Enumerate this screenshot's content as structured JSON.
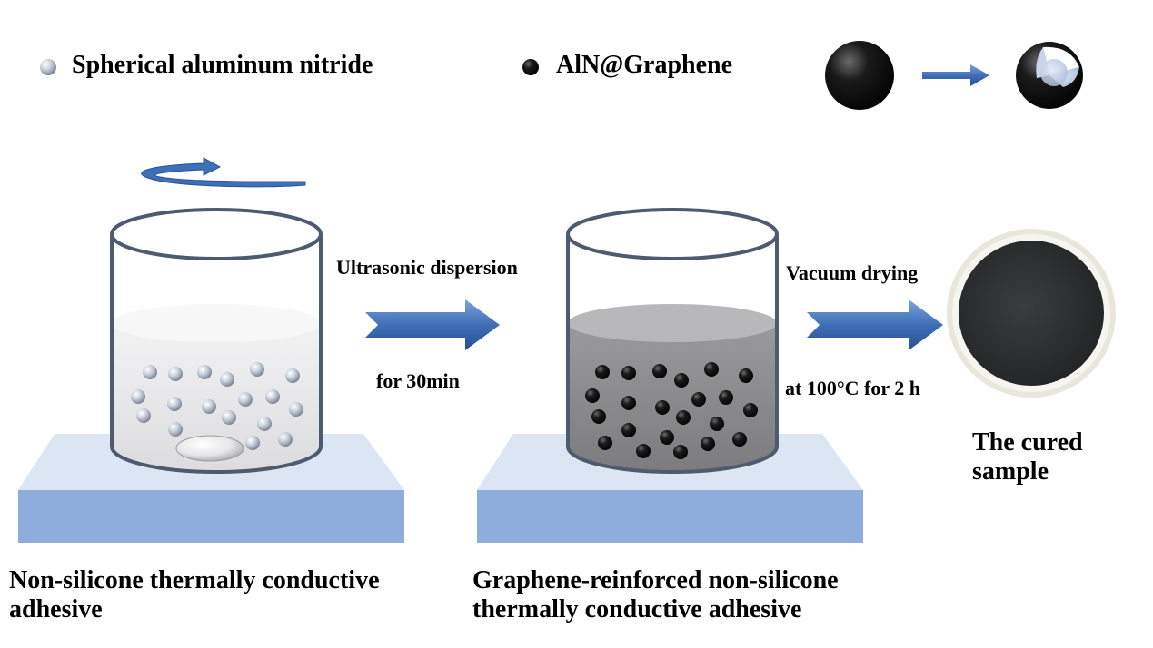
{
  "legend": {
    "aln_label": "Spherical aluminum nitride",
    "coated_label": "AlN@Graphene"
  },
  "process": {
    "step1_top": "Ultrasonic dispersion",
    "step1_bottom": "for 30min",
    "step2_top": "Vacuum drying",
    "step2_bottom": "at 100°C for 2 h"
  },
  "captions": {
    "beaker1_line1": "Non-silicone thermally conductive",
    "beaker1_line2": "adhesive",
    "beaker2_line1": "Graphene-reinforced non-silicone",
    "beaker2_line2": "thermally conductive adhesive",
    "sample_line1": "The cured",
    "sample_line2": "sample"
  },
  "colors": {
    "arrow": "#3f6fb8",
    "platform_top": "#dbe5f4",
    "platform_front": "#8eacdc",
    "beaker_outline": "#4e5a6e",
    "liquid_light": "#e8e8ea",
    "liquid_dark": "#8b8b8d",
    "sample_black": "#2c2e30"
  }
}
